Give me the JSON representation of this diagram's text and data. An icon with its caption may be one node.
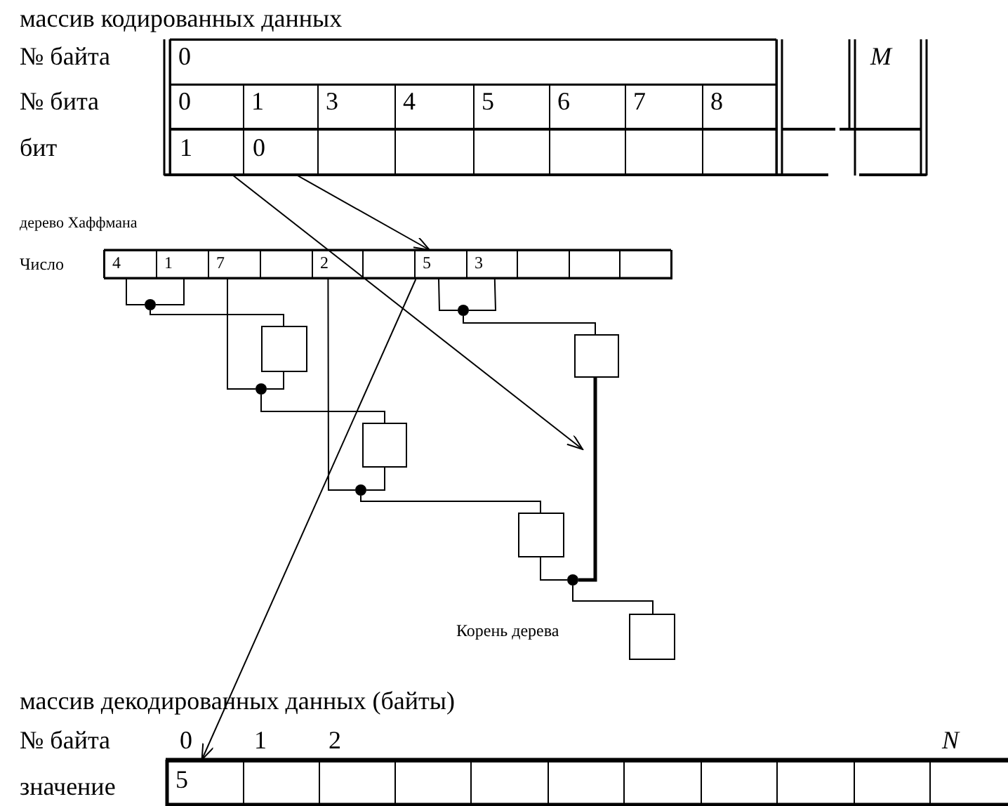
{
  "diagram": {
    "nodes": [
      {
        "text": [
          "1"
        ]
      },
      {
        "text": [
          "0"
        ]
      },
      {
        "text": [
          "4"
        ]
      },
      {
        "text": [
          "1"
        ]
      },
      {
        "text": [
          "7"
        ]
      },
      {
        "text": [],
        "shape": "box"
      },
      {
        "text": [
          "2"
        ]
      },
      {
        "text": [],
        "shape": "box"
      },
      {
        "text": [
          "5"
        ]
      },
      {
        "text": [
          "3"
        ]
      },
      {
        "text": [],
        "shape": "box"
      },
      {
        "text": [],
        "shape": "box"
      },
      {
        "text": [],
        "shape": "box"
      },
      {
        "text": [],
        "shape": "circle"
      },
      {
        "text": [],
        "shape": "circle"
      },
      {
        "text": [],
        "shape": "box"
      },
      {
        "text": [],
        "shape": "box"
      },
      {
        "text": [],
        "shape": "circle"
      },
      {
        "text": [],
        "shape": "box"
      },
      {
        "text": [],
        "shape": "circle"
      },
      {
        "text": [],
        "shape": "box"
      },
      {
        "text": [],
        "shape": "circle"
      },
      {
        "text": [],
        "shape": "box"
      },
      {
        "text": [
          "5"
        ]
      }
    ],
    "edges": [
      {
        "from": 0,
        "to": null,
        "arrow": "to"
      },
      {
        "from": 1,
        "to": 8,
        "arrow": "to"
      },
      {
        "from": 8,
        "to": 23,
        "arrow": "to"
      },
      {
        "from": 2,
        "to": 13,
        "arrow": "none"
      },
      {
        "from": 3,
        "to": 13,
        "arrow": "none"
      },
      {
        "from": 13,
        "to": 15,
        "arrow": "none"
      },
      {
        "from": 15,
        "to": 17,
        "arrow": "none"
      },
      {
        "from": 4,
        "to": 17,
        "arrow": "none"
      },
      {
        "from": 17,
        "to": 18,
        "arrow": "none"
      },
      {
        "from": 18,
        "to": 19,
        "arrow": "none"
      },
      {
        "from": 6,
        "to": 19,
        "arrow": "none"
      },
      {
        "from": 19,
        "to": 20,
        "arrow": "none"
      },
      {
        "from": 8,
        "to": 14,
        "arrow": "none"
      },
      {
        "from": 9,
        "to": 14,
        "arrow": "none"
      },
      {
        "from": 14,
        "to": 16,
        "arrow": "none"
      },
      {
        "from": 16,
        "to": 21,
        "arrow": "none",
        "style": "thick"
      },
      {
        "from": 20,
        "to": 21,
        "arrow": "none"
      },
      {
        "from": 21,
        "to": 22,
        "arrow": "none"
      }
    ],
    "labels": [
      "массив кодированных данных",
      "№ байта",
      "0",
      "M",
      "№ бита",
      "0",
      "1",
      "3",
      "4",
      "5",
      "6",
      "7",
      "8",
      "бит",
      "дерево Хаффмана",
      "Число",
      "Корень дерева",
      "массив декодированных данных (байты)",
      "№ байта",
      "0",
      "1",
      "2",
      "N",
      "значение"
    ]
  }
}
